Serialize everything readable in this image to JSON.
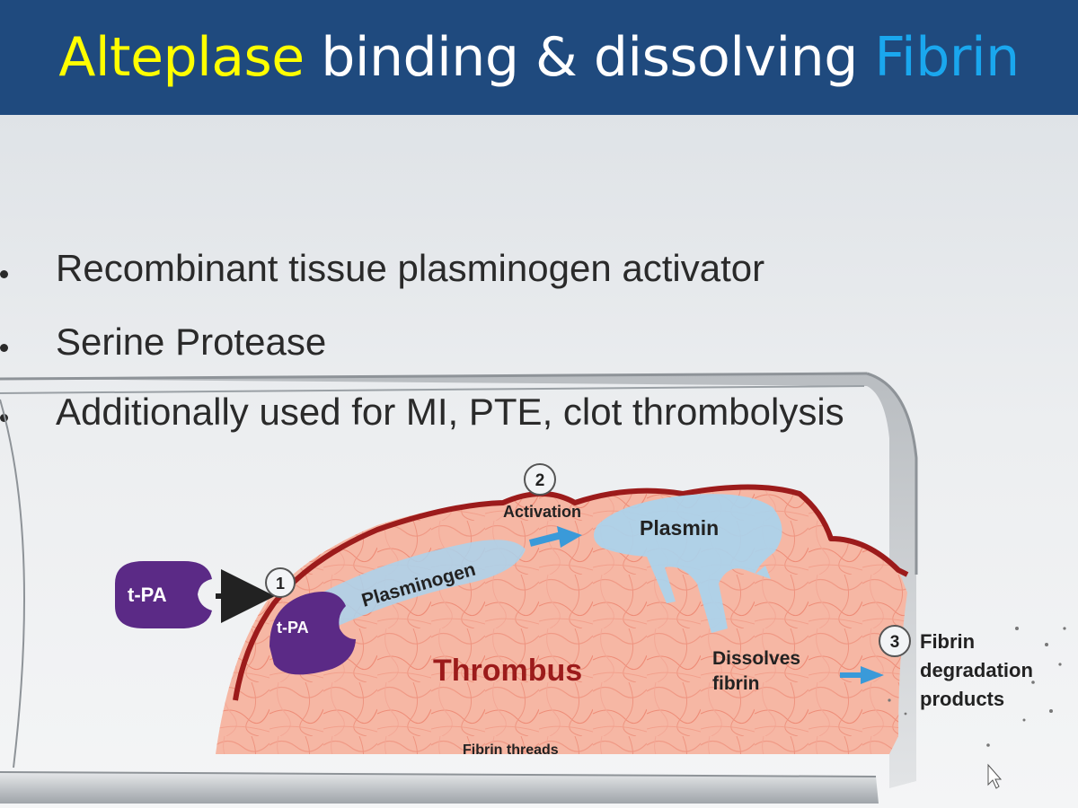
{
  "slide": {
    "title": {
      "part1": "Alteplase",
      "part2": " binding & dissolving ",
      "part3": "Fibrin"
    },
    "bullets": [
      "Recombinant tissue plasminogen activator",
      "Serine Protease",
      "Additionally used for MI, PTE, clot thrombolysis"
    ]
  },
  "diagram": {
    "tpa_free": "t-PA",
    "tpa_bound": "t-PA",
    "step1": "1",
    "step2": "2",
    "step3": "3",
    "activation": "Activation",
    "plasminogen": "Plasminogen",
    "plasmin": "Plasmin",
    "thrombus": "Thrombus",
    "fibrin_threads": "Fibrin threads",
    "dissolves_line1": "Dissolves",
    "dissolves_line2": "fibrin",
    "products_line1": "Fibrin",
    "products_line2": "degradation",
    "products_line3": "products"
  },
  "colors": {
    "title_bar": "#1f4a7e",
    "title_accent_yellow": "#ffff00",
    "title_accent_blue": "#1aa7ee",
    "tpa_purple": "#5b2a86",
    "thrombus_red": "#9c1b1b",
    "plasmin_blue": "#a9d4ee",
    "arrow_blue": "#3a9ad9"
  }
}
